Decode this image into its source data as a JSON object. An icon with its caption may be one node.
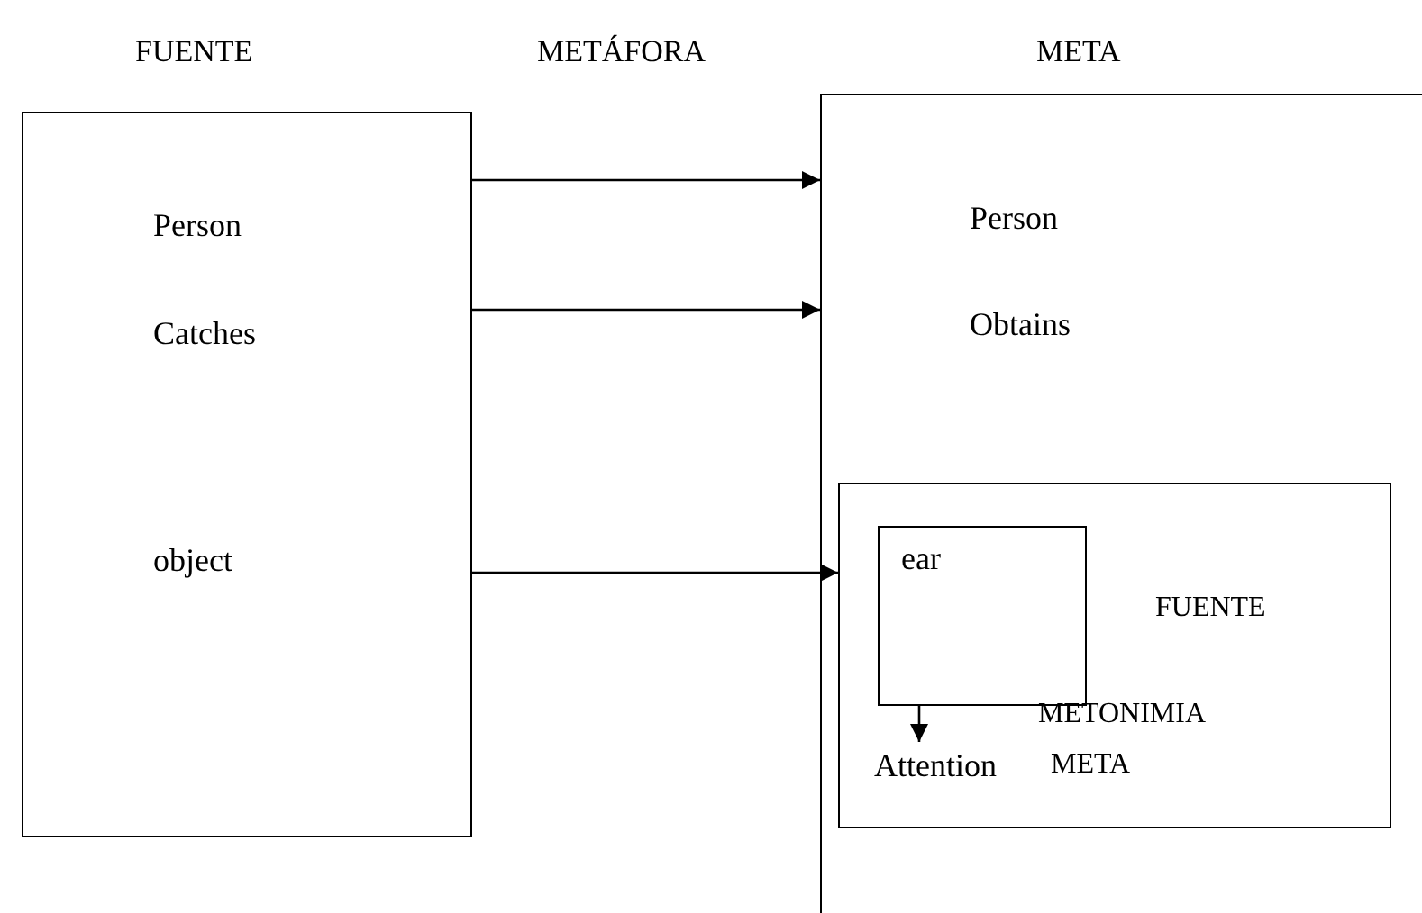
{
  "diagram": {
    "nodes": [
      {
        "text": [],
        "shape": "box"
      },
      {
        "text": [
          "Person"
        ],
        "in": 0
      },
      {
        "text": [
          "Catches"
        ],
        "in": 0
      },
      {
        "text": [
          "object"
        ],
        "in": 0
      },
      {
        "text": [],
        "shape": "box"
      },
      {
        "text": [
          "Person"
        ],
        "in": 4
      },
      {
        "text": [
          "Obtains"
        ],
        "in": 4
      },
      {
        "text": [
          "FUENTE",
          "METONIMIA",
          "META"
        ],
        "in": 4
      },
      {
        "text": [
          "ear"
        ],
        "in": 7
      },
      {
        "text": [
          "Attention"
        ],
        "in": 7
      }
    ],
    "edges": [
      {
        "from": 0,
        "to": 4,
        "arrow": "to"
      },
      {
        "from": 0,
        "to": 4,
        "arrow": "to"
      },
      {
        "from": 0,
        "to": 7,
        "arrow": "to"
      },
      {
        "from": 8,
        "to": 9,
        "arrow": "to"
      }
    ],
    "labels": [
      "FUENTE",
      "METÁFORA",
      "META"
    ]
  }
}
